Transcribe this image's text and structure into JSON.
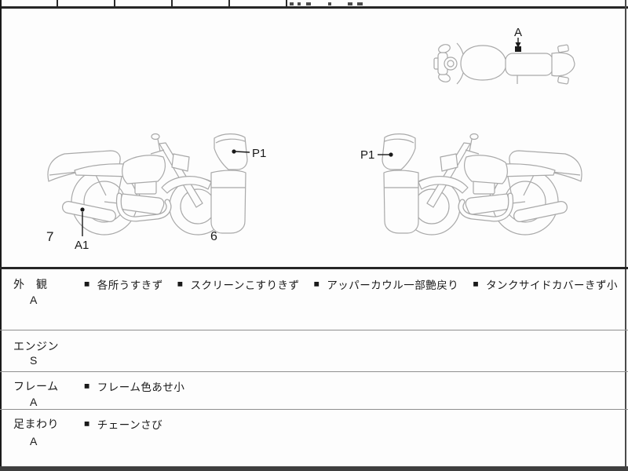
{
  "diagrams": {
    "top_view": {
      "point_label": "A"
    },
    "left_view": {
      "cowl_label": "P1",
      "rear_zone_label": "7",
      "muffler_point_label": "A1",
      "front_zone_label": "6"
    },
    "right_view": {
      "cowl_label": "P1"
    }
  },
  "inspection_table": {
    "bullet": "■",
    "rows": [
      {
        "section": "外　観",
        "grade": "A",
        "defects": [
          "各所うすきず",
          "スクリーンこすりきず",
          "アッパーカウル一部艶戻り",
          "タンクサイドカバーきず小"
        ]
      },
      {
        "section": "エンジン",
        "grade": "S",
        "defects": []
      },
      {
        "section": "フレーム",
        "grade": "A",
        "defects": [
          "フレーム色あせ小"
        ]
      },
      {
        "section": "足まわり",
        "grade": "A",
        "defects": [
          "チェーンさび"
        ]
      }
    ]
  },
  "colors": {
    "drawing_line": "#a9a9a9",
    "text": "#1a1a1a",
    "thick_rule": "#262626",
    "row_rule": "#8f8f8f",
    "bottom_bar": "#3f3f3f"
  }
}
